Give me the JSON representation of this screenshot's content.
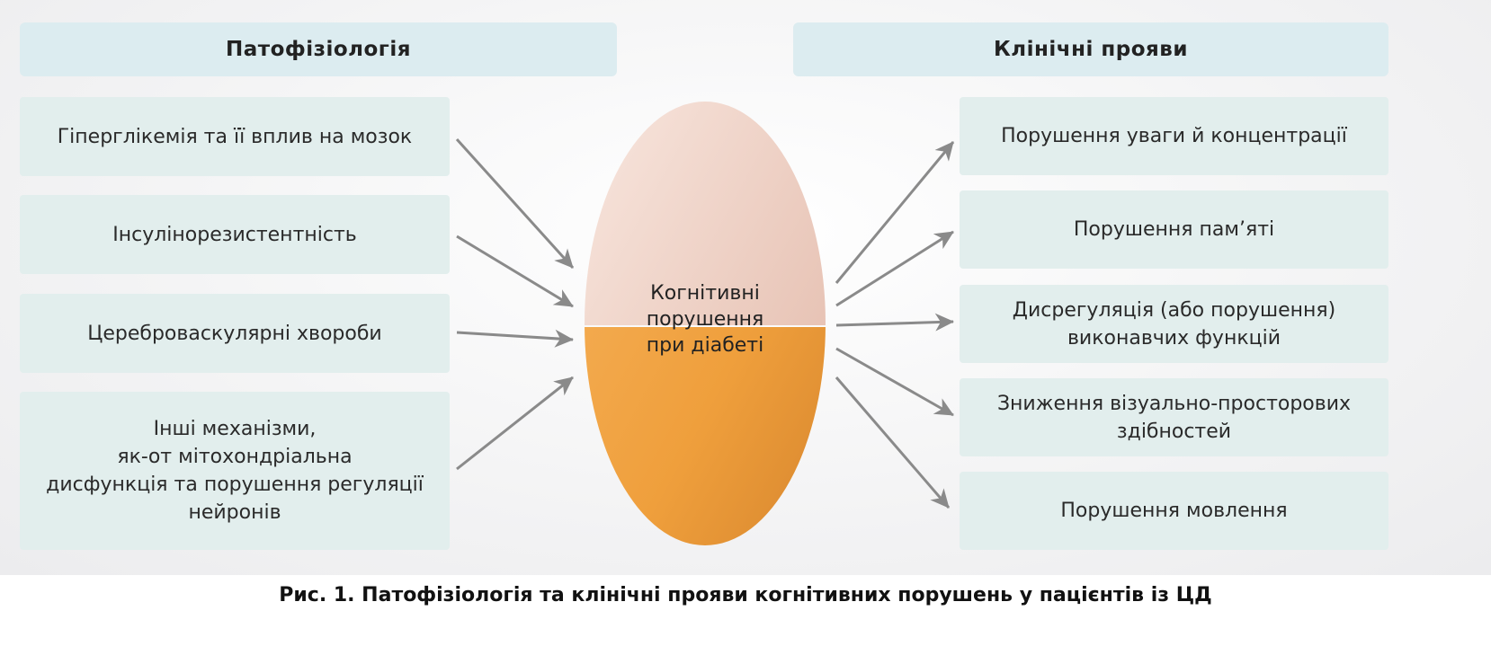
{
  "left_header": "Патофізіологія",
  "right_header": "Клінічні прояви",
  "center": {
    "line1": "Когнітивні",
    "line2": "порушення",
    "line3": "при діабеті"
  },
  "causes": [
    [
      "Гіперглікемія та її вплив на мозок"
    ],
    [
      "Інсулінорезистентність"
    ],
    [
      "Цереброваскулярні хвороби"
    ],
    [
      "Інші механізми,",
      "як-от мітохондріальна",
      "дисфункція та порушення регуляції",
      "нейронів"
    ]
  ],
  "manifestations": [
    [
      "Порушення уваги й концентрації"
    ],
    [
      "Порушення пам’яті"
    ],
    [
      "Дисрегуляція (або порушення)",
      "виконавчих функцій"
    ],
    [
      "Зниження візуально-просторових",
      "здібностей"
    ],
    [
      "Порушення мовлення"
    ]
  ],
  "caption": "Рис. 1. Патофізіологія та клінічні прояви когнітивних порушень у пацієнтів із ЦД",
  "colors": {
    "box": "#e2eeed",
    "header": "#dcecf0",
    "egg_top": "#f0d3c6",
    "egg_bottom": "#f0a443",
    "arrow": "#8a8a8a"
  }
}
